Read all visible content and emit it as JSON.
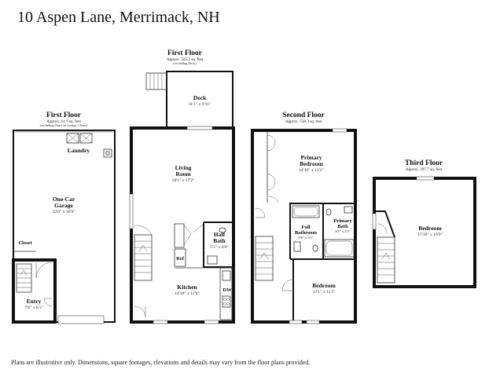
{
  "title": "10 Aspen Lane, Merrimack, NH",
  "disclaimer": "Plans are illustrative only. Dimensions, square footages, elevations and details may vary from the floor plans provided.",
  "floors": {
    "garage_floor": {
      "name": "First Floor",
      "area": "Approx. 61.7 sq. feet",
      "note": "(excluding One-Car Garage, Closet)"
    },
    "first_floor": {
      "name": "First Floor",
      "area": "Approx. 565.2 sq. feet",
      "note": "(excluding Deck)"
    },
    "second_floor": {
      "name": "Second Floor",
      "area": "Approx. 558.3 sq. feet"
    },
    "third_floor": {
      "name": "Third Floor",
      "area": "Approx. 297.7 sq. feet"
    }
  },
  "rooms": {
    "laundry": {
      "name": "Laundry"
    },
    "garage": {
      "name1": "One-Car",
      "name2": "Garage",
      "dims": "32'6\" x 16'9\""
    },
    "closet": {
      "name": "Closet"
    },
    "entry": {
      "name": "Entry",
      "dims": "7'8\" x 6'1\""
    },
    "deck": {
      "name": "Deck",
      "dims": "11'1\" x 9'11\""
    },
    "living": {
      "name1": "Living",
      "name2": "Room",
      "dims": "18'1\" x 17'2\""
    },
    "half_bath": {
      "name1": "Half",
      "name2": "Bath",
      "dims": "5'1\" x 4'8\""
    },
    "ref": {
      "name": "Ref"
    },
    "kitchen": {
      "name": "Kitchen",
      "dims": "14'10\" x 12'4\""
    },
    "dw": {
      "name": "DW"
    },
    "primary_bedroom": {
      "name1": "Primary",
      "name2": "Bedroom",
      "dims": "14'10\" x 12'2\""
    },
    "full_bath": {
      "name1": "Full",
      "name2": "Bathroom",
      "dims": "8'6\" x 5'2\""
    },
    "primary_bath": {
      "name1": "Primary",
      "name2": "Bath",
      "dims": "8'1\" x 5'3\""
    },
    "bedroom_2": {
      "name": "Bedroom",
      "dims": "12'1\" x 11'2\""
    },
    "bedroom_3": {
      "name": "Bedroom",
      "dims": "17'10\" x 16'9\""
    }
  }
}
